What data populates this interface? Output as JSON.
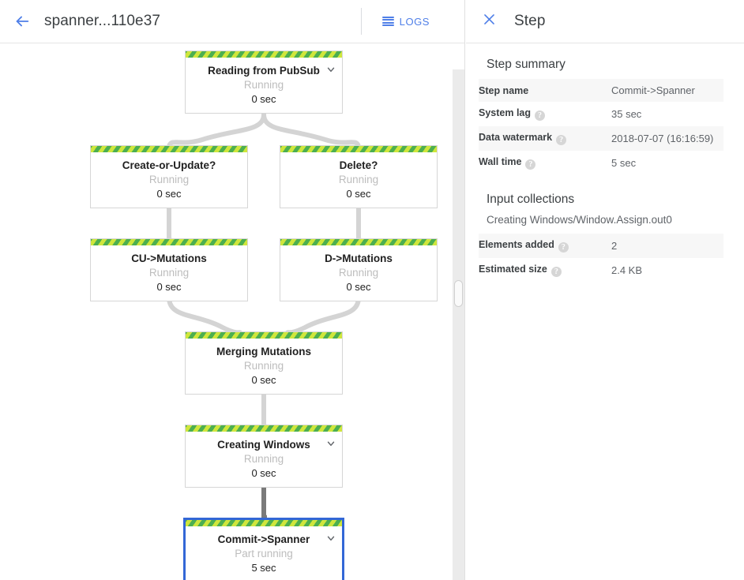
{
  "left": {
    "back_icon": "arrow-back-icon",
    "title": "spanner...110e37",
    "logs_label": "LOGS",
    "logs_icon": "hamburger-icon"
  },
  "right": {
    "close_icon": "close-icon",
    "title": "Step",
    "step_summary": {
      "heading": "Step summary",
      "rows": [
        {
          "label": "Step name",
          "value": "Commit->Spanner",
          "help": false
        },
        {
          "label": "System lag",
          "value": "35 sec",
          "help": true
        },
        {
          "label": "Data watermark",
          "value": "2018-07-07 (16:16:59)",
          "help": true
        },
        {
          "label": "Wall time",
          "value": "5 sec",
          "help": true
        }
      ]
    },
    "input_collections": {
      "heading": "Input collections",
      "collection_name": "Creating Windows/Window.Assign.out0",
      "rows": [
        {
          "label": "Elements added",
          "value": "2",
          "help": true
        },
        {
          "label": "Estimated size",
          "value": "2.4 KB",
          "help": true
        }
      ]
    }
  },
  "graph": {
    "nodes": [
      {
        "id": "pubsub",
        "title": "Reading from PubSub",
        "status": "Running",
        "time": "0 sec",
        "chevron": true,
        "selected": false
      },
      {
        "id": "cou",
        "title": "Create-or-Update?",
        "status": "Running",
        "time": "0 sec",
        "chevron": false,
        "selected": false
      },
      {
        "id": "delete",
        "title": "Delete?",
        "status": "Running",
        "time": "0 sec",
        "chevron": false,
        "selected": false
      },
      {
        "id": "cumut",
        "title": "CU->Mutations",
        "status": "Running",
        "time": "0 sec",
        "chevron": false,
        "selected": false
      },
      {
        "id": "dmut",
        "title": "D->Mutations",
        "status": "Running",
        "time": "0 sec",
        "chevron": false,
        "selected": false
      },
      {
        "id": "merging",
        "title": "Merging Mutations",
        "status": "Running",
        "time": "0 sec",
        "chevron": false,
        "selected": false
      },
      {
        "id": "windows",
        "title": "Creating Windows",
        "status": "Running",
        "time": "0 sec",
        "chevron": true,
        "selected": false
      },
      {
        "id": "commit",
        "title": "Commit->Spanner",
        "status": "Part running",
        "time": "5 sec",
        "chevron": true,
        "selected": true
      }
    ],
    "edges": [
      "pubsub->cou",
      "pubsub->delete",
      "cou->cumut",
      "delete->dmut",
      "cumut->merging",
      "dmut->merging",
      "merging->windows",
      "windows->commit"
    ]
  },
  "colors": {
    "accent_blue": "#4f7fe8",
    "selected_border": "#3367d6",
    "stripe_light": "#cfe63c",
    "stripe_dark": "#4caf50",
    "edge_gray": "#d4d4d4",
    "edge_gray_active": "#7a7a7a"
  },
  "scrollbar": {
    "orientation": "vertical"
  }
}
